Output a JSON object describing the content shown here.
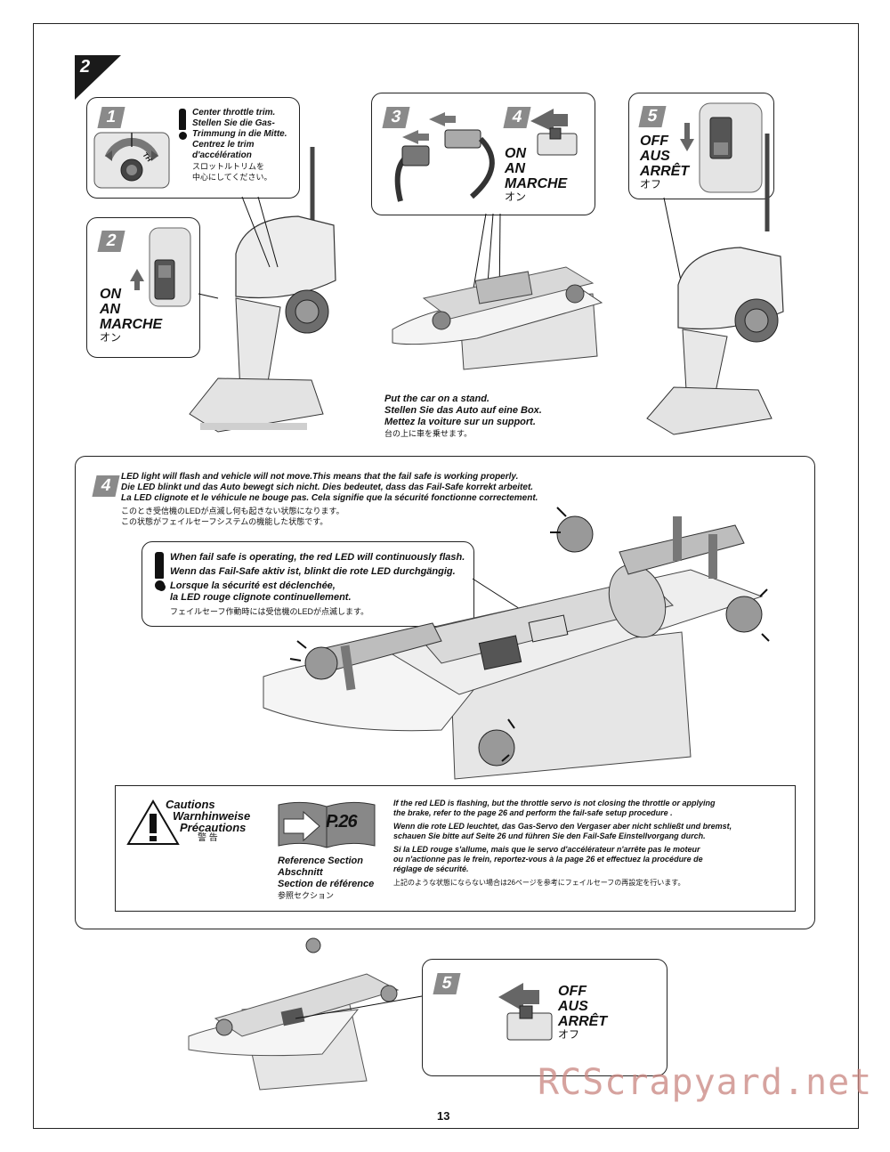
{
  "step_badge": "2",
  "panel1": {
    "number": "1",
    "dial_label": "TH",
    "lines": [
      "Center throttle trim.",
      "Stellen Sie die Gas-",
      "Trimmung in die Mitte.",
      "Centrez le trim",
      "d'accélération"
    ],
    "jp_lines": [
      "スロットルトリムを",
      "中心にしてください。"
    ]
  },
  "panel2": {
    "number": "2",
    "states": [
      "ON",
      "AN",
      "MARCHE"
    ],
    "jp": "オン"
  },
  "panel34": {
    "number3": "3",
    "number4": "4",
    "states": [
      "ON",
      "AN",
      "MARCHE"
    ],
    "jp": "オン"
  },
  "panel5top": {
    "number": "5",
    "states": [
      "OFF",
      "AUS",
      "ARRÊT"
    ],
    "jp": "オフ"
  },
  "stand_caption": {
    "lines": [
      "Put the car on a stand.",
      "Stellen Sie das Auto auf eine Box.",
      "Mettez la voiture sur un support."
    ],
    "jp": "台の上に車を乗せます。"
  },
  "section4": {
    "number": "4",
    "lines": [
      "LED light will flash and vehicle will not move.This means that the fail safe is working properly.",
      "Die LED blinkt und das Auto bewegt sich nicht. Dies bedeutet, dass das Fail-Safe korrekt arbeitet.",
      "La LED clignote et le véhicule ne bouge pas. Cela signifie que la sécurité fonctionne correctement."
    ],
    "jp_lines": [
      "このとき受信機のLEDが点滅し何も起きない状態になります。",
      "この状態がフェイルセーフシステムの機能した状態です。"
    ],
    "callout_lines": [
      "When fail safe is operating, the red LED will continuously flash.",
      "Wenn das Fail-Safe aktiv ist, blinkt die rote LED durchgängig.",
      "Lorsque la sécurité est déclenchée,",
      "la LED rouge clignote continuellement."
    ],
    "callout_jp": "フェイルセーフ作動時には受信機のLEDが点滅します。"
  },
  "cautions": {
    "title_lines": [
      "Cautions",
      "Warnhinweise",
      "Précautions"
    ],
    "title_jp": "警 告",
    "ref_page": "P.26",
    "ref_lines": [
      "Reference Section",
      "Abschnitt",
      "Section de référence"
    ],
    "ref_jp": "参照セクション",
    "en": [
      "If the red LED is flashing, but the throttle servo is not closing the throttle or applying",
      "the brake, refer to the page 26 and perform the fail-safe setup procedure ."
    ],
    "de": [
      "Wenn die rote LED leuchtet, das Gas-Servo den Vergaser aber nicht schließt und bremst,",
      "schauen Sie bitte auf Seite 26 und führen Sie den Fail-Safe Einstellvorgang durch."
    ],
    "fr": [
      "Si la LED rouge s'allume, mais que le servo d'accélérateur n'arrête pas le moteur",
      "ou n'actionne pas le frein, reportez-vous à la page 26 et effectuez la procédure de",
      "réglage de sécurité."
    ],
    "jp": "上記のような状態にならない場合は26ページを参考にフェイルセーフの再設定を行います。"
  },
  "panel5bottom": {
    "number": "5",
    "states": [
      "OFF",
      "AUS",
      "ARRÊT"
    ],
    "jp": "オフ"
  },
  "page_number": "13",
  "watermark": "RCScrapyard.net"
}
